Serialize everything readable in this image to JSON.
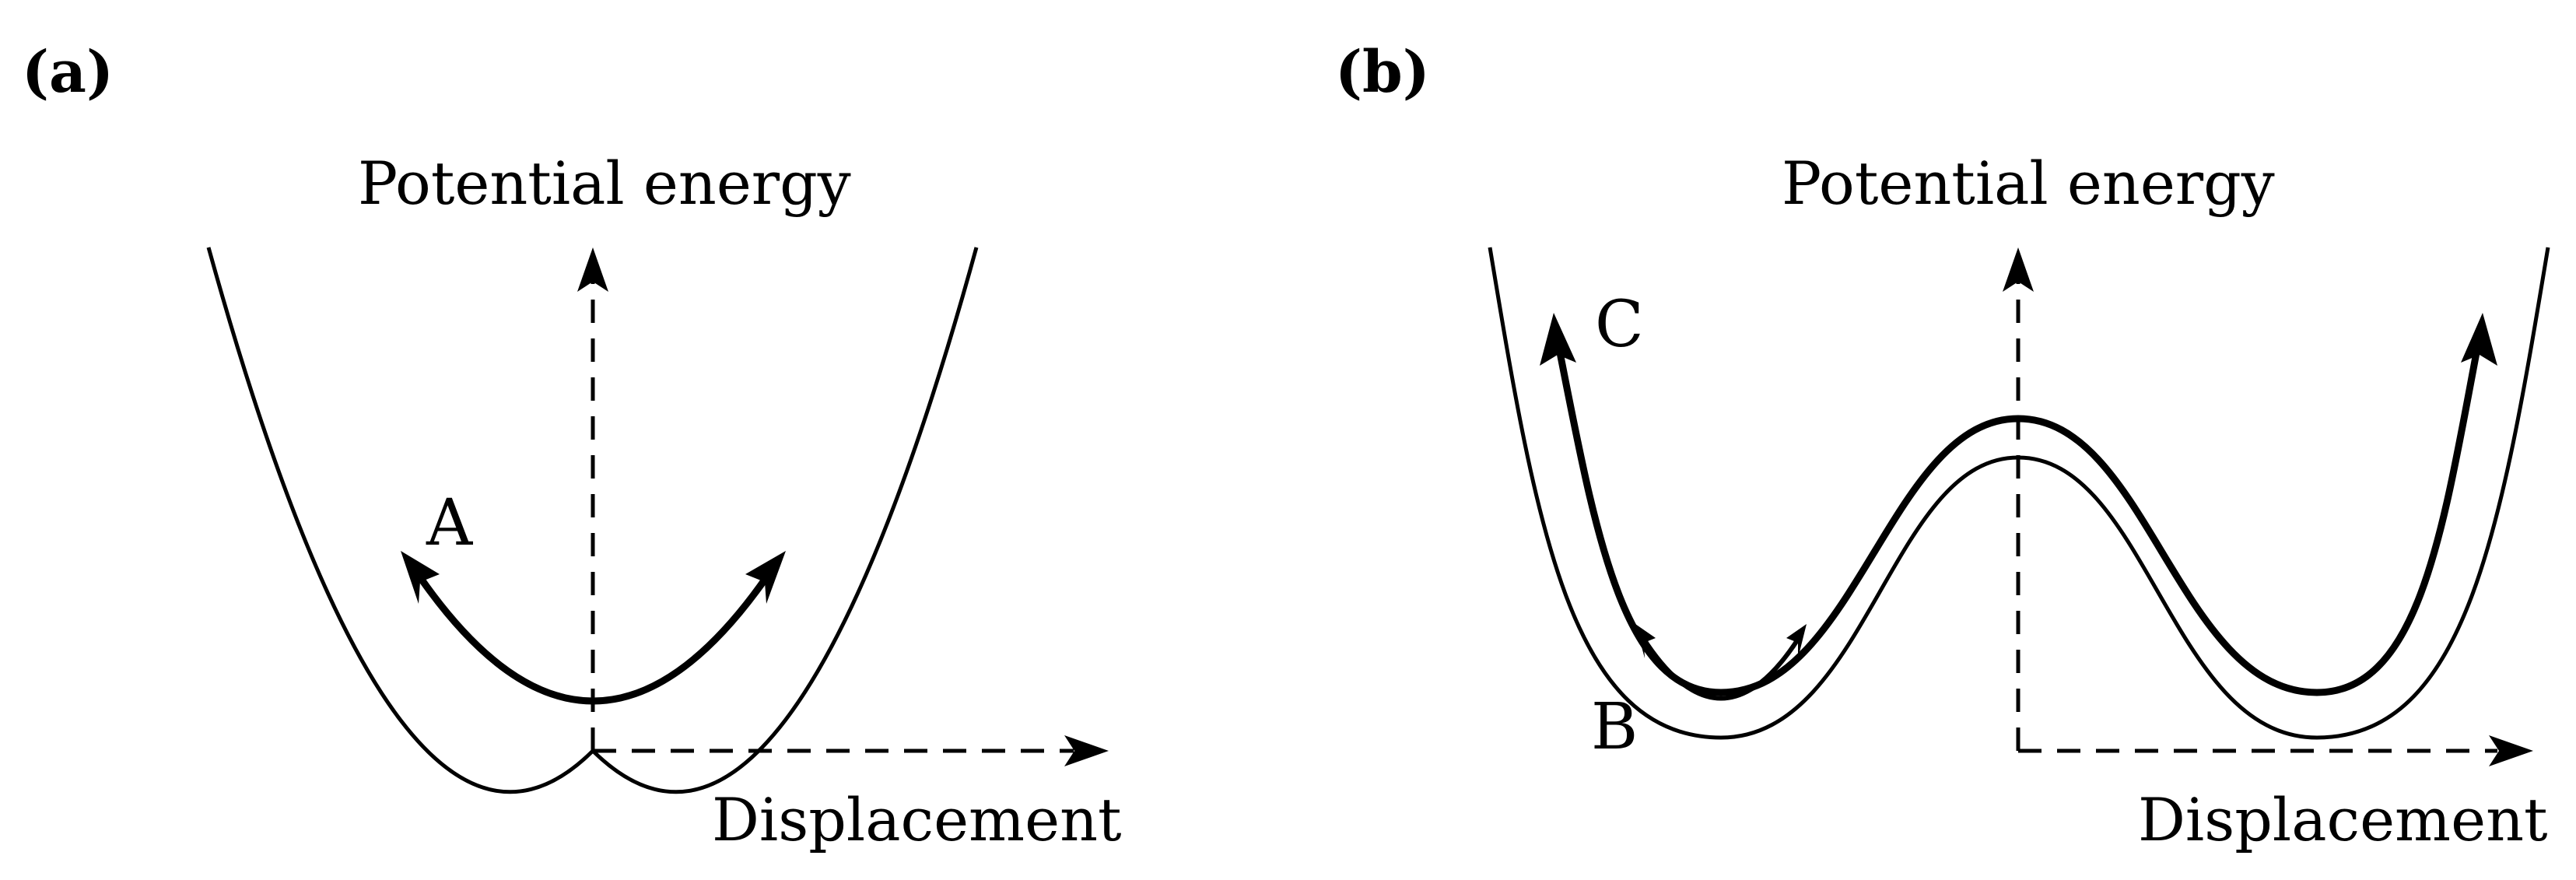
{
  "panels": [
    {
      "label": "(a)",
      "y_axis_label": "Potential energy",
      "x_axis_label": "Displacement",
      "points": [
        "A"
      ]
    },
    {
      "label": "(b)",
      "y_axis_label": "Potential energy",
      "x_axis_label": "Displacement",
      "points": [
        "C",
        "B"
      ]
    }
  ]
}
